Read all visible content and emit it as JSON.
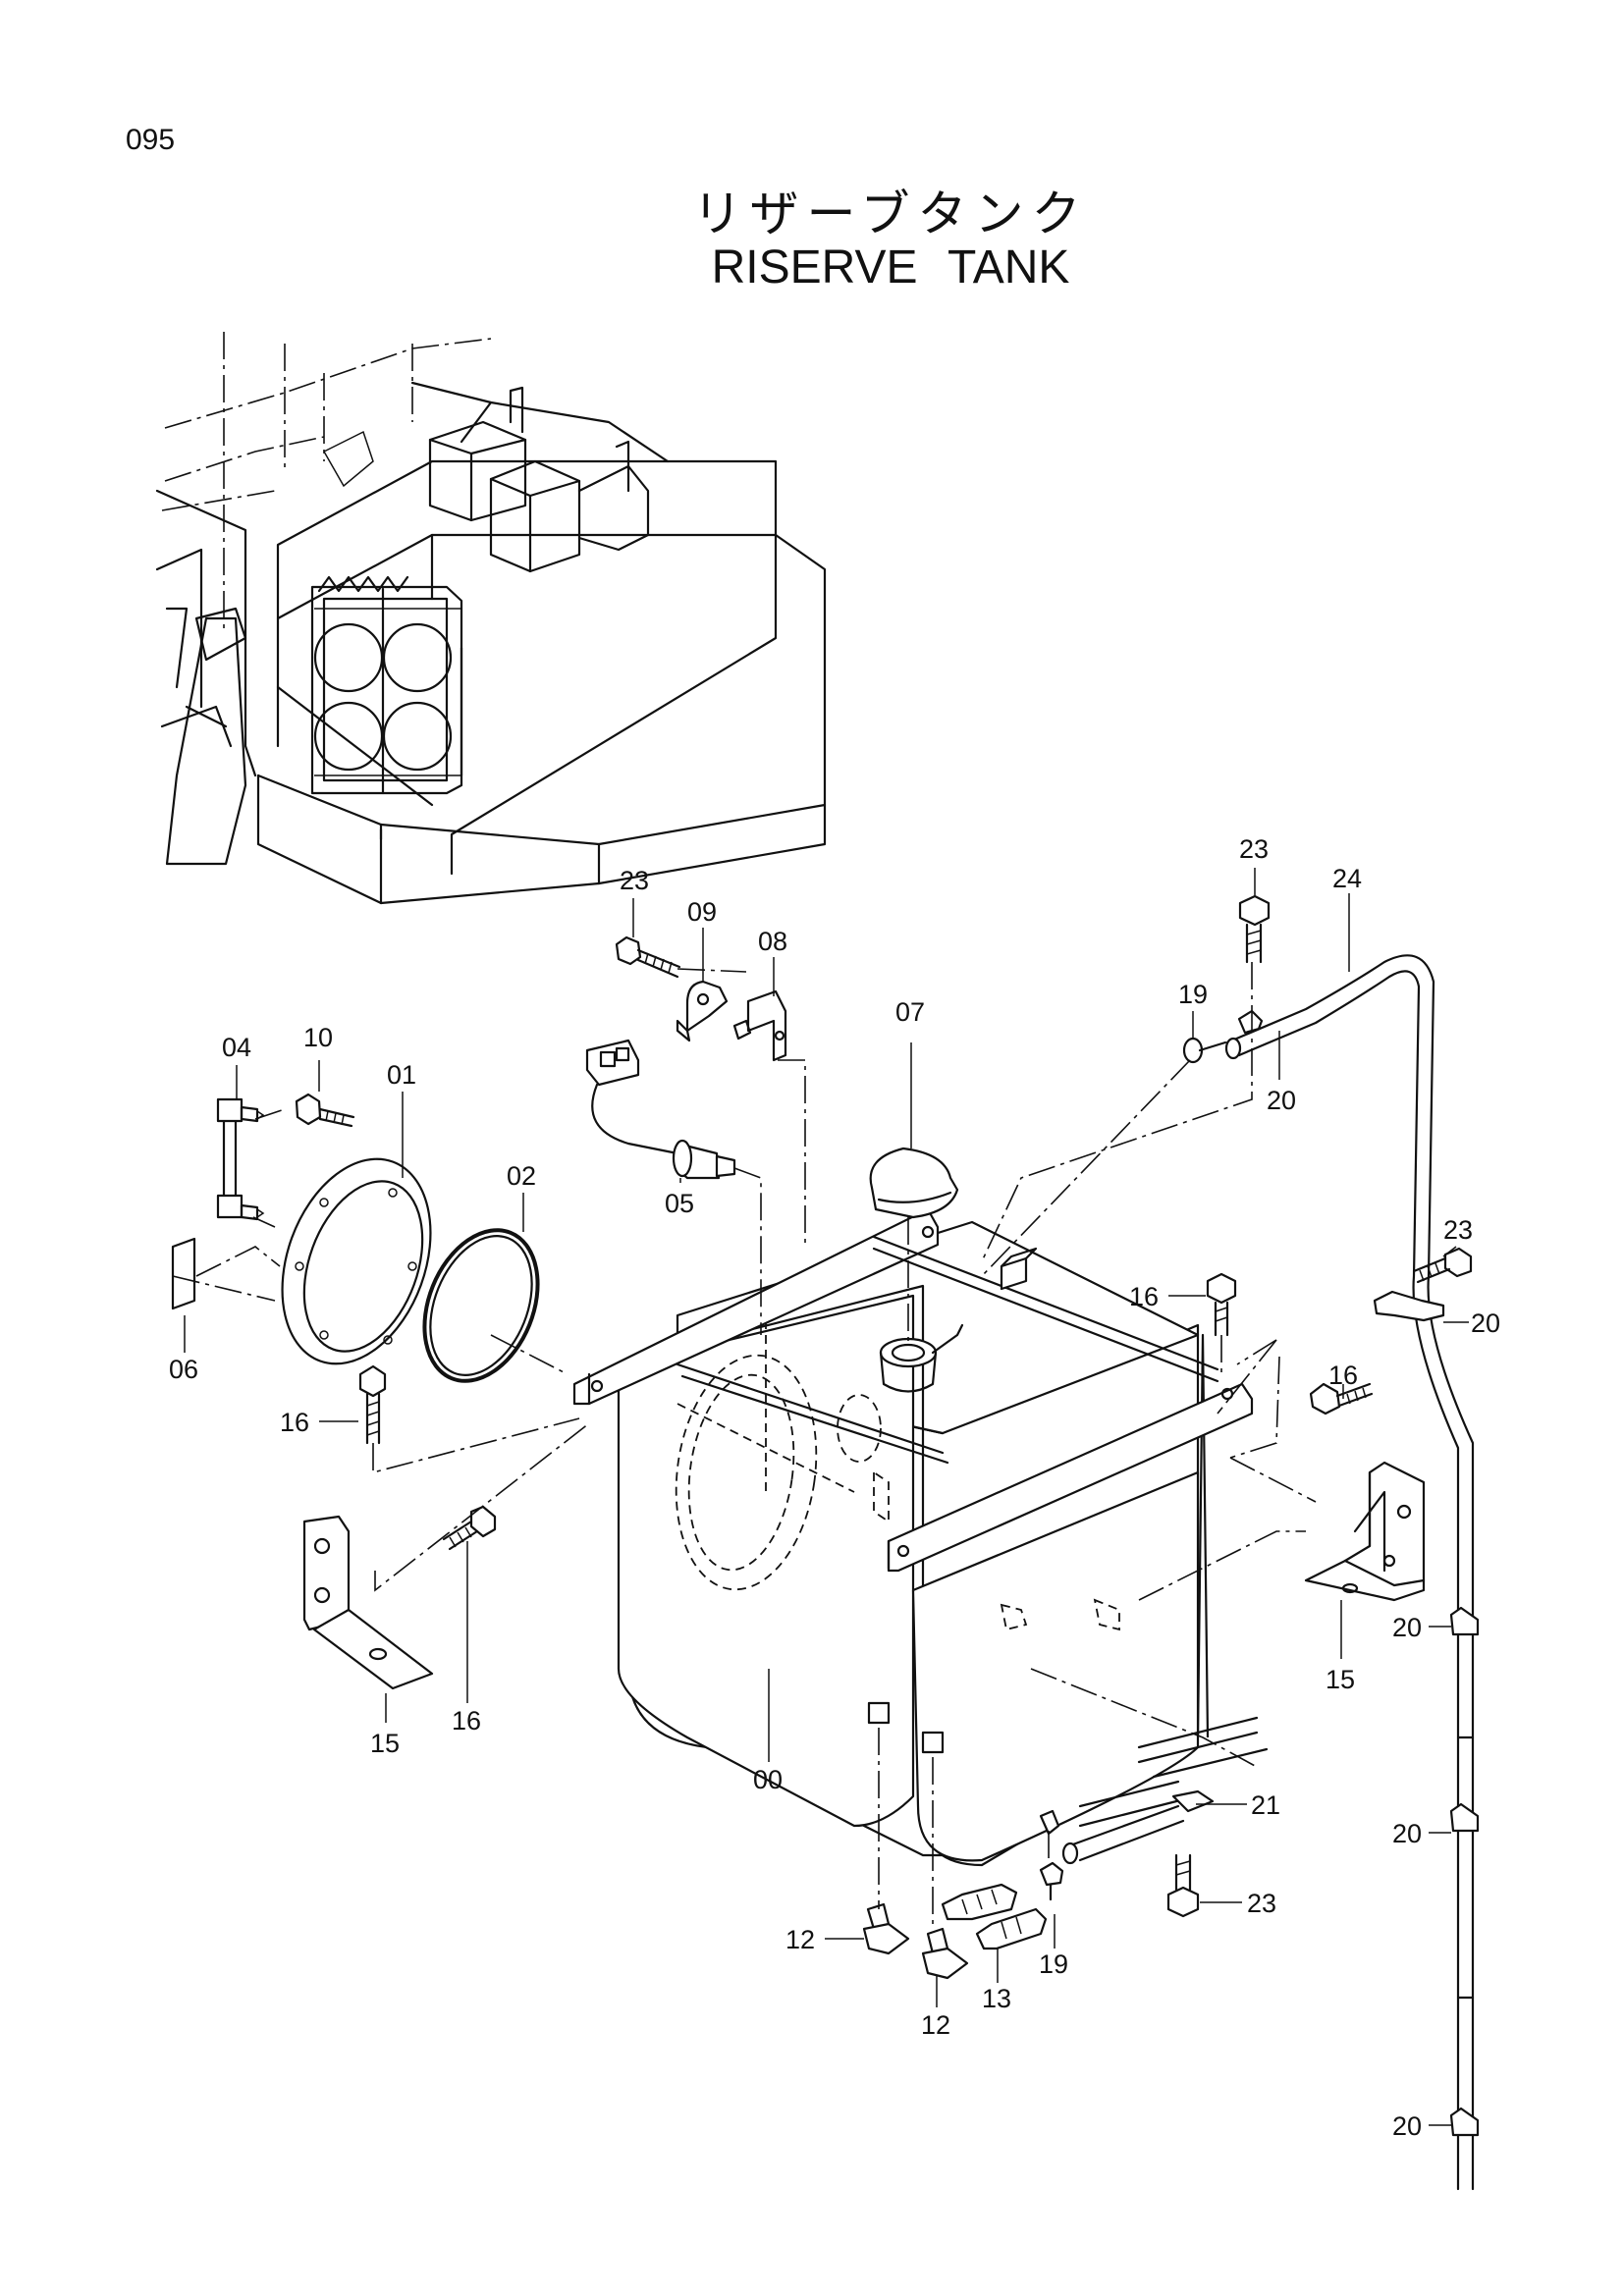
{
  "page": {
    "number": "095"
  },
  "title": {
    "japanese": "リザーブタンク",
    "english": "RISERVE  TANK"
  },
  "callouts": [
    {
      "id": "c-23a",
      "label": "23"
    },
    {
      "id": "c-09",
      "label": "09"
    },
    {
      "id": "c-08",
      "label": "08"
    },
    {
      "id": "c-07",
      "label": "07"
    },
    {
      "id": "c-23b",
      "label": "23"
    },
    {
      "id": "c-24",
      "label": "24"
    },
    {
      "id": "c-19a",
      "label": "19"
    },
    {
      "id": "c-20a",
      "label": "20"
    },
    {
      "id": "c-04",
      "label": "04"
    },
    {
      "id": "c-10",
      "label": "10"
    },
    {
      "id": "c-01",
      "label": "01"
    },
    {
      "id": "c-02",
      "label": "02"
    },
    {
      "id": "c-05",
      "label": "05"
    },
    {
      "id": "c-23c",
      "label": "23"
    },
    {
      "id": "c-16a",
      "label": "16"
    },
    {
      "id": "c-20b",
      "label": "20"
    },
    {
      "id": "c-06",
      "label": "06"
    },
    {
      "id": "c-16b",
      "label": "16"
    },
    {
      "id": "c-16c",
      "label": "16"
    },
    {
      "id": "c-15a",
      "label": "15"
    },
    {
      "id": "c-16d",
      "label": "16"
    },
    {
      "id": "c-15b",
      "label": "15"
    },
    {
      "id": "c-20c",
      "label": "20"
    },
    {
      "id": "c-00",
      "label": "00"
    },
    {
      "id": "c-21",
      "label": "21"
    },
    {
      "id": "c-20d",
      "label": "20"
    },
    {
      "id": "c-23d",
      "label": "23"
    },
    {
      "id": "c-12a",
      "label": "12"
    },
    {
      "id": "c-19b",
      "label": "19"
    },
    {
      "id": "c-13",
      "label": "13"
    },
    {
      "id": "c-12b",
      "label": "12"
    },
    {
      "id": "c-20e",
      "label": "20"
    }
  ]
}
